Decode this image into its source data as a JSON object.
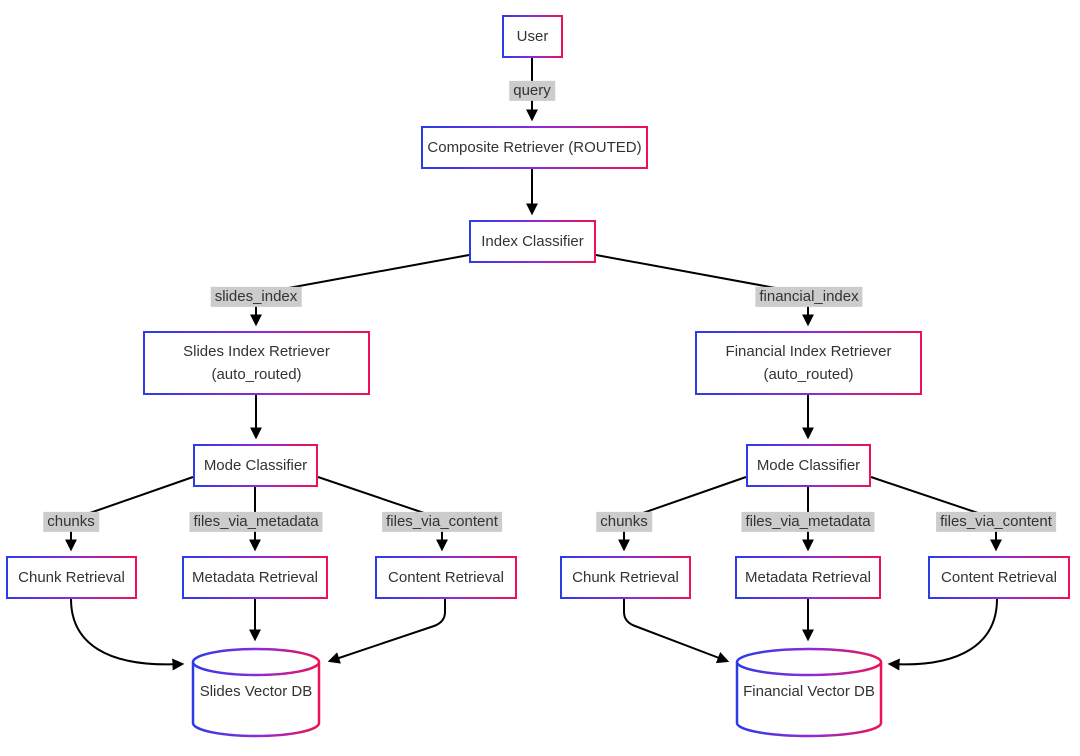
{
  "diagram_type": "flowchart",
  "nodes": {
    "user": {
      "label": "User"
    },
    "composite_retriever": {
      "label": "Composite Retriever (ROUTED)"
    },
    "index_classifier": {
      "label": "Index Classifier"
    },
    "slides_index_retriever": {
      "label": "Slides Index Retriever",
      "sublabel": "(auto_routed)"
    },
    "financial_index_retriever": {
      "label": "Financial Index Retriever",
      "sublabel": "(auto_routed)"
    },
    "mode_classifier": {
      "label": "Mode Classifier"
    },
    "chunk_retrieval": {
      "label": "Chunk Retrieval"
    },
    "metadata_retrieval": {
      "label": "Metadata Retrieval"
    },
    "content_retrieval": {
      "label": "Content Retrieval"
    },
    "slides_vector_db": {
      "label": "Slides Vector DB"
    },
    "financial_vector_db": {
      "label": "Financial Vector DB"
    }
  },
  "edge_labels": {
    "query": "query",
    "slides_index": "slides_index",
    "financial_index": "financial_index",
    "chunks": "chunks",
    "files_via_metadata": "files_via_metadata",
    "files_via_content": "files_via_content"
  },
  "colors": {
    "node_gradient_start": "#2a3ce8",
    "node_gradient_mid": "#8d2bd8",
    "node_gradient_end": "#ee1155",
    "edge_stroke": "#000000",
    "edge_label_bg": "#cccccc",
    "node_fill": "#ffffff",
    "text": "#333333",
    "background": "#ffffff"
  }
}
